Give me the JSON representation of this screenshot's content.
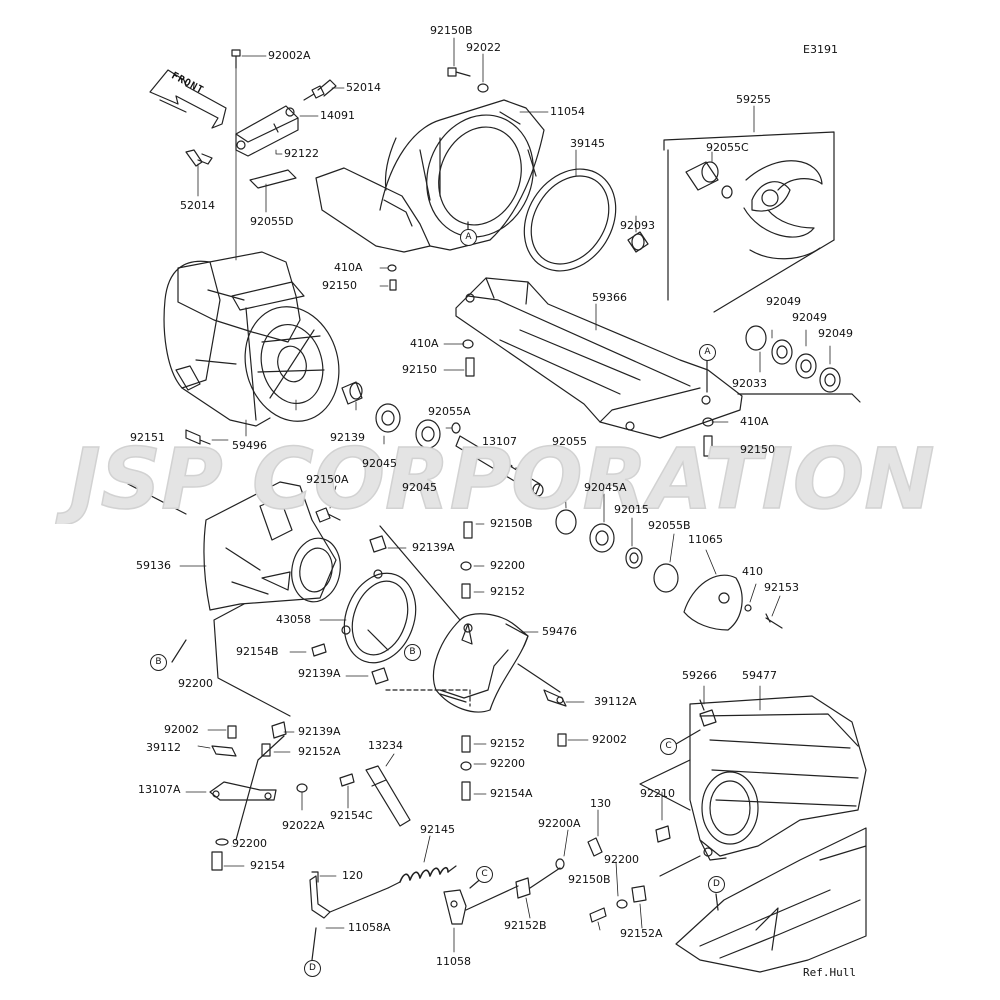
{
  "diagram_code": "E3191",
  "front_label": "FRONT",
  "ref_hull": "Ref.Hull",
  "watermark": "JSP CORPORATION",
  "colors": {
    "line": "#222222",
    "watermark": "#e4e4e4"
  },
  "parts": {
    "p92002A": "92002A",
    "p52014a": "52014",
    "p14091": "14091",
    "p92122": "92122",
    "p52014b": "52014",
    "p92055D": "92055D",
    "p92150B_top": "92150B",
    "p92022_top": "92022",
    "p11054": "11054",
    "p59255": "59255",
    "p92055C": "92055C",
    "p39145": "39145",
    "p92093": "92093",
    "p410A_1": "410A",
    "p92150_1": "92150",
    "p59366": "59366",
    "p410A_2": "410A",
    "p92150_2": "92150",
    "p92049_1": "92049",
    "p92049_2": "92049",
    "p92049_3": "92049",
    "p92033": "92033",
    "p59496": "59496",
    "p92139": "92139",
    "p92045_1": "92045",
    "p92045_2": "92045",
    "p92055A": "92055A",
    "p13107": "13107",
    "p410A_3": "410A",
    "p92150_3": "92150",
    "p92151": "92151",
    "p92150A": "92150A",
    "p92055": "92055",
    "p92045A": "92045A",
    "p92015": "92015",
    "p92055B": "92055B",
    "p11065": "11065",
    "p410": "410",
    "p92153": "92153",
    "p92150B_mid": "92150B",
    "p92139A_1": "92139A",
    "p92200_1": "92200",
    "p92152_1": "92152",
    "p59136": "59136",
    "p43058": "43058",
    "p59476": "59476",
    "p92154B": "92154B",
    "p92139A_2": "92139A",
    "p92200_2": "92200",
    "p39112A": "39112A",
    "p59266": "59266",
    "p59477": "59477",
    "p92002_1": "92002",
    "p92139A_3": "92139A",
    "p39112": "39112",
    "p92152A_1": "92152A",
    "p13234": "13234",
    "p92152_2": "92152",
    "p92002_2": "92002",
    "p92200_3": "92200",
    "p13107A": "13107A",
    "p92022A": "92022A",
    "p92154C": "92154C",
    "p92154A": "92154A",
    "p92210": "92210",
    "p92200_4": "92200",
    "p92154": "92154",
    "p92145": "92145",
    "p130": "130",
    "p92200A": "92200A",
    "p92200_5": "92200",
    "p120": "120",
    "p11058A": "11058A",
    "p11058": "11058",
    "p92152B": "92152B",
    "p92150B_bot": "92150B",
    "p92152A_2": "92152A"
  },
  "refs": {
    "A": "A",
    "B": "B",
    "C": "C",
    "D": "D"
  }
}
